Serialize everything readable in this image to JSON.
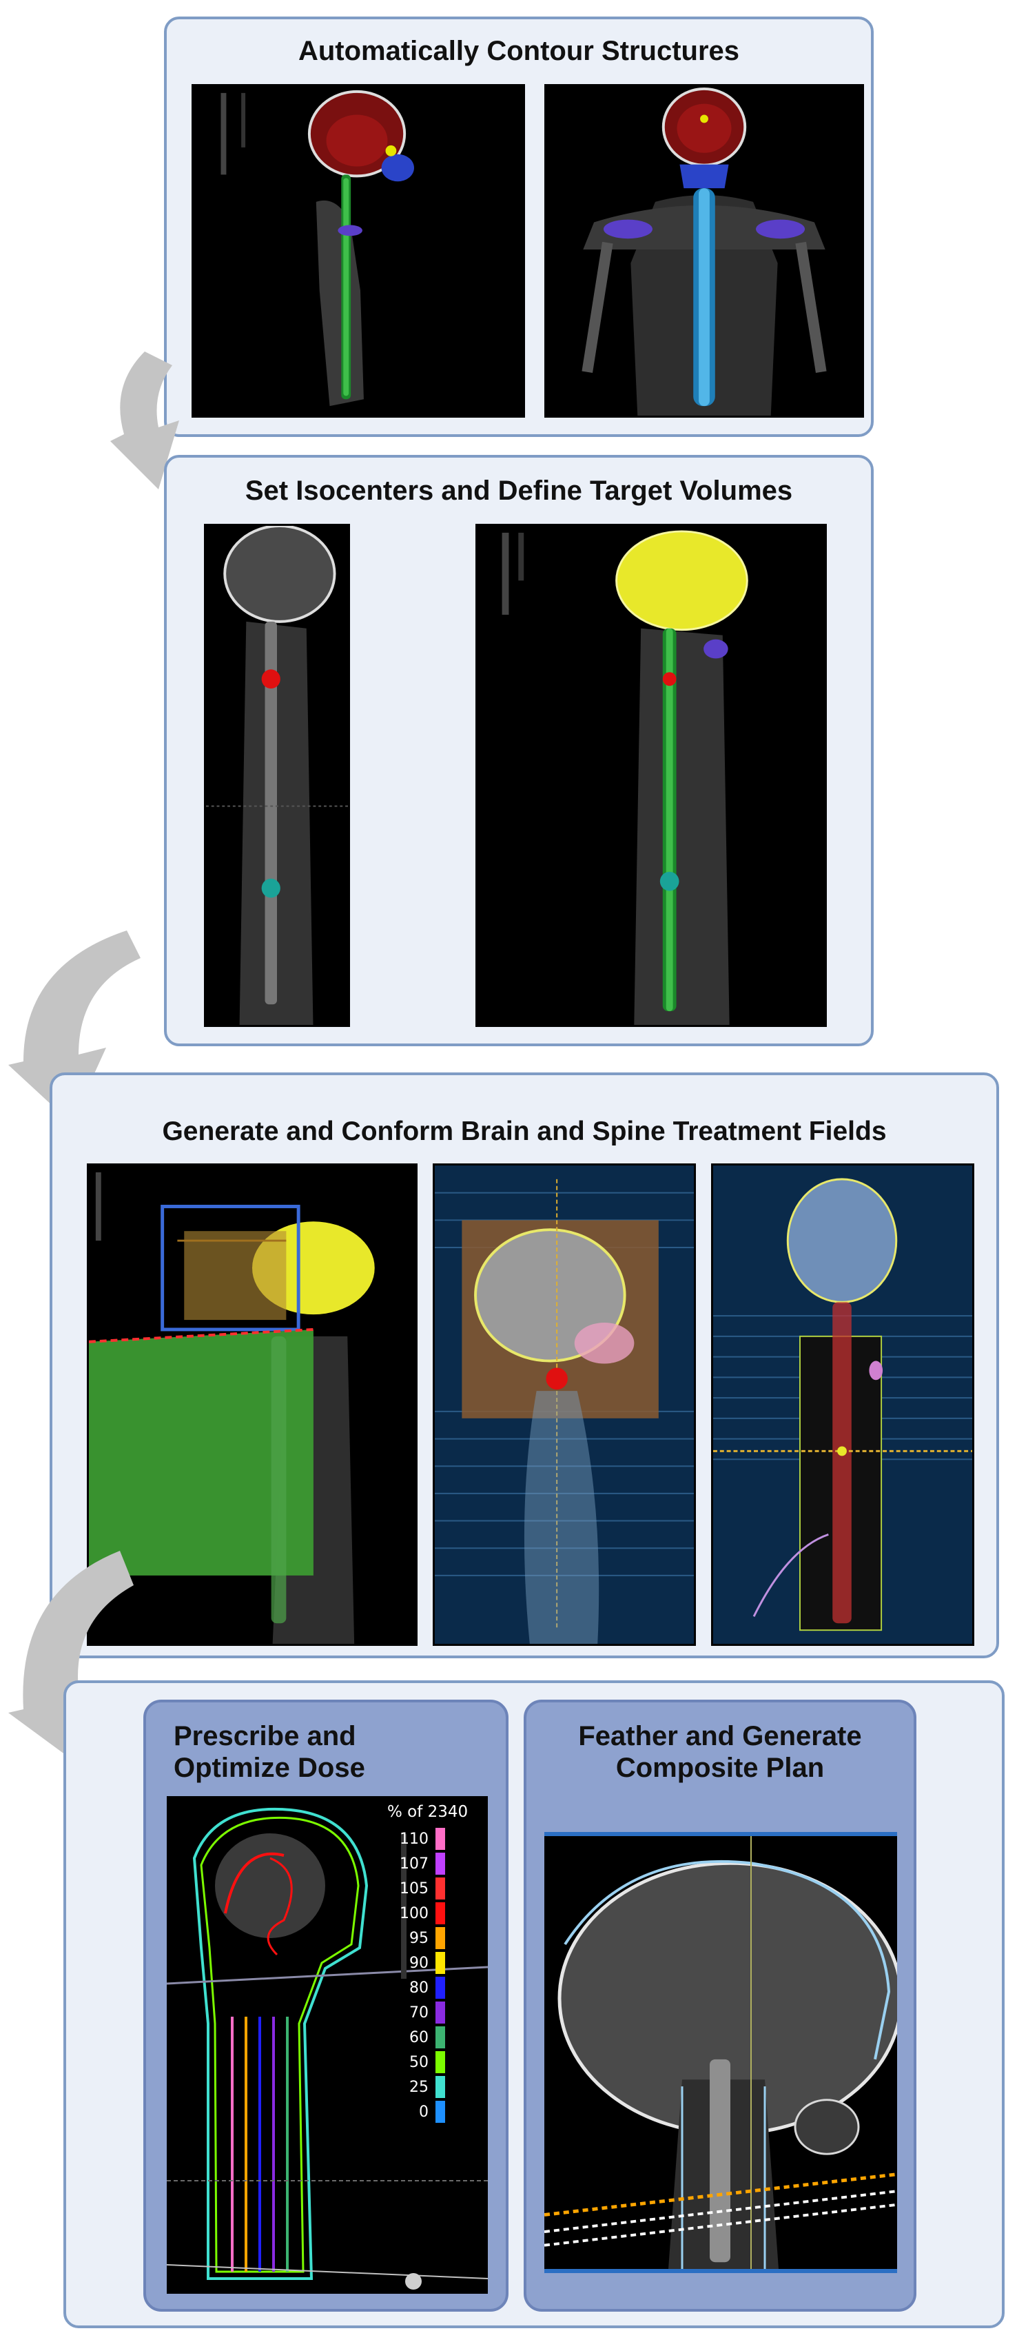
{
  "steps": [
    {
      "title": "Automatically Contour Structures"
    },
    {
      "title": "Set Isocenters and Define Target Volumes"
    },
    {
      "title": "Generate and Conform Brain and Spine Treatment Fields"
    }
  ],
  "final": {
    "left_title": "Prescribe and Optimize Dose",
    "right_title": "Feather and Generate Composite Plan",
    "legend": {
      "header": "% of 2340",
      "levels": [
        {
          "value": "110",
          "color": "#ff6ec7"
        },
        {
          "value": "107",
          "color": "#c040ff"
        },
        {
          "value": "105",
          "color": "#ff3030"
        },
        {
          "value": "100",
          "color": "#ff1010"
        },
        {
          "value": "95",
          "color": "#ffa500"
        },
        {
          "value": "90",
          "color": "#ffe600"
        },
        {
          "value": "80",
          "color": "#2020ff"
        },
        {
          "value": "70",
          "color": "#8a2be2"
        },
        {
          "value": "60",
          "color": "#3cb371"
        },
        {
          "value": "50",
          "color": "#7cfc00"
        },
        {
          "value": "25",
          "color": "#40e0d0"
        },
        {
          "value": "0",
          "color": "#1e90ff"
        }
      ]
    }
  }
}
